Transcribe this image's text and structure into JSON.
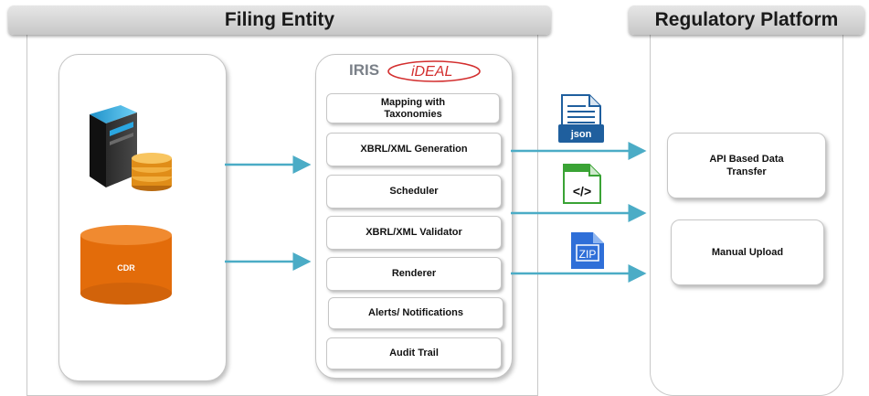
{
  "headers": {
    "filing_entity": "Filing Entity",
    "regulatory_platform": "Regulatory Platform"
  },
  "logo": {
    "brand": "IRIS",
    "product": "iDEAL"
  },
  "sources": {
    "database_label": "CDR",
    "server_icon": "server-database-icon"
  },
  "modules": [
    {
      "label": "Mapping with Taxonomies"
    },
    {
      "label": "XBRL/XML Generation"
    },
    {
      "label": "Scheduler"
    },
    {
      "label": "XBRL/XML Validator"
    },
    {
      "label": "Renderer"
    },
    {
      "label": "Alerts/ Notifications"
    },
    {
      "label": "Audit Trail"
    }
  ],
  "file_icons": {
    "json_label": "json",
    "code_label": "</>",
    "zip_label": "ZIP"
  },
  "targets": {
    "api": "API Based Data Transfer",
    "manual": "Manual Upload"
  },
  "colors": {
    "arrow": "#4bacc6",
    "cdr_orange": "#e36c0a",
    "json_blue": "#1f5f9e",
    "code_green": "#3aa335",
    "zip_blue": "#2f6fd8"
  }
}
